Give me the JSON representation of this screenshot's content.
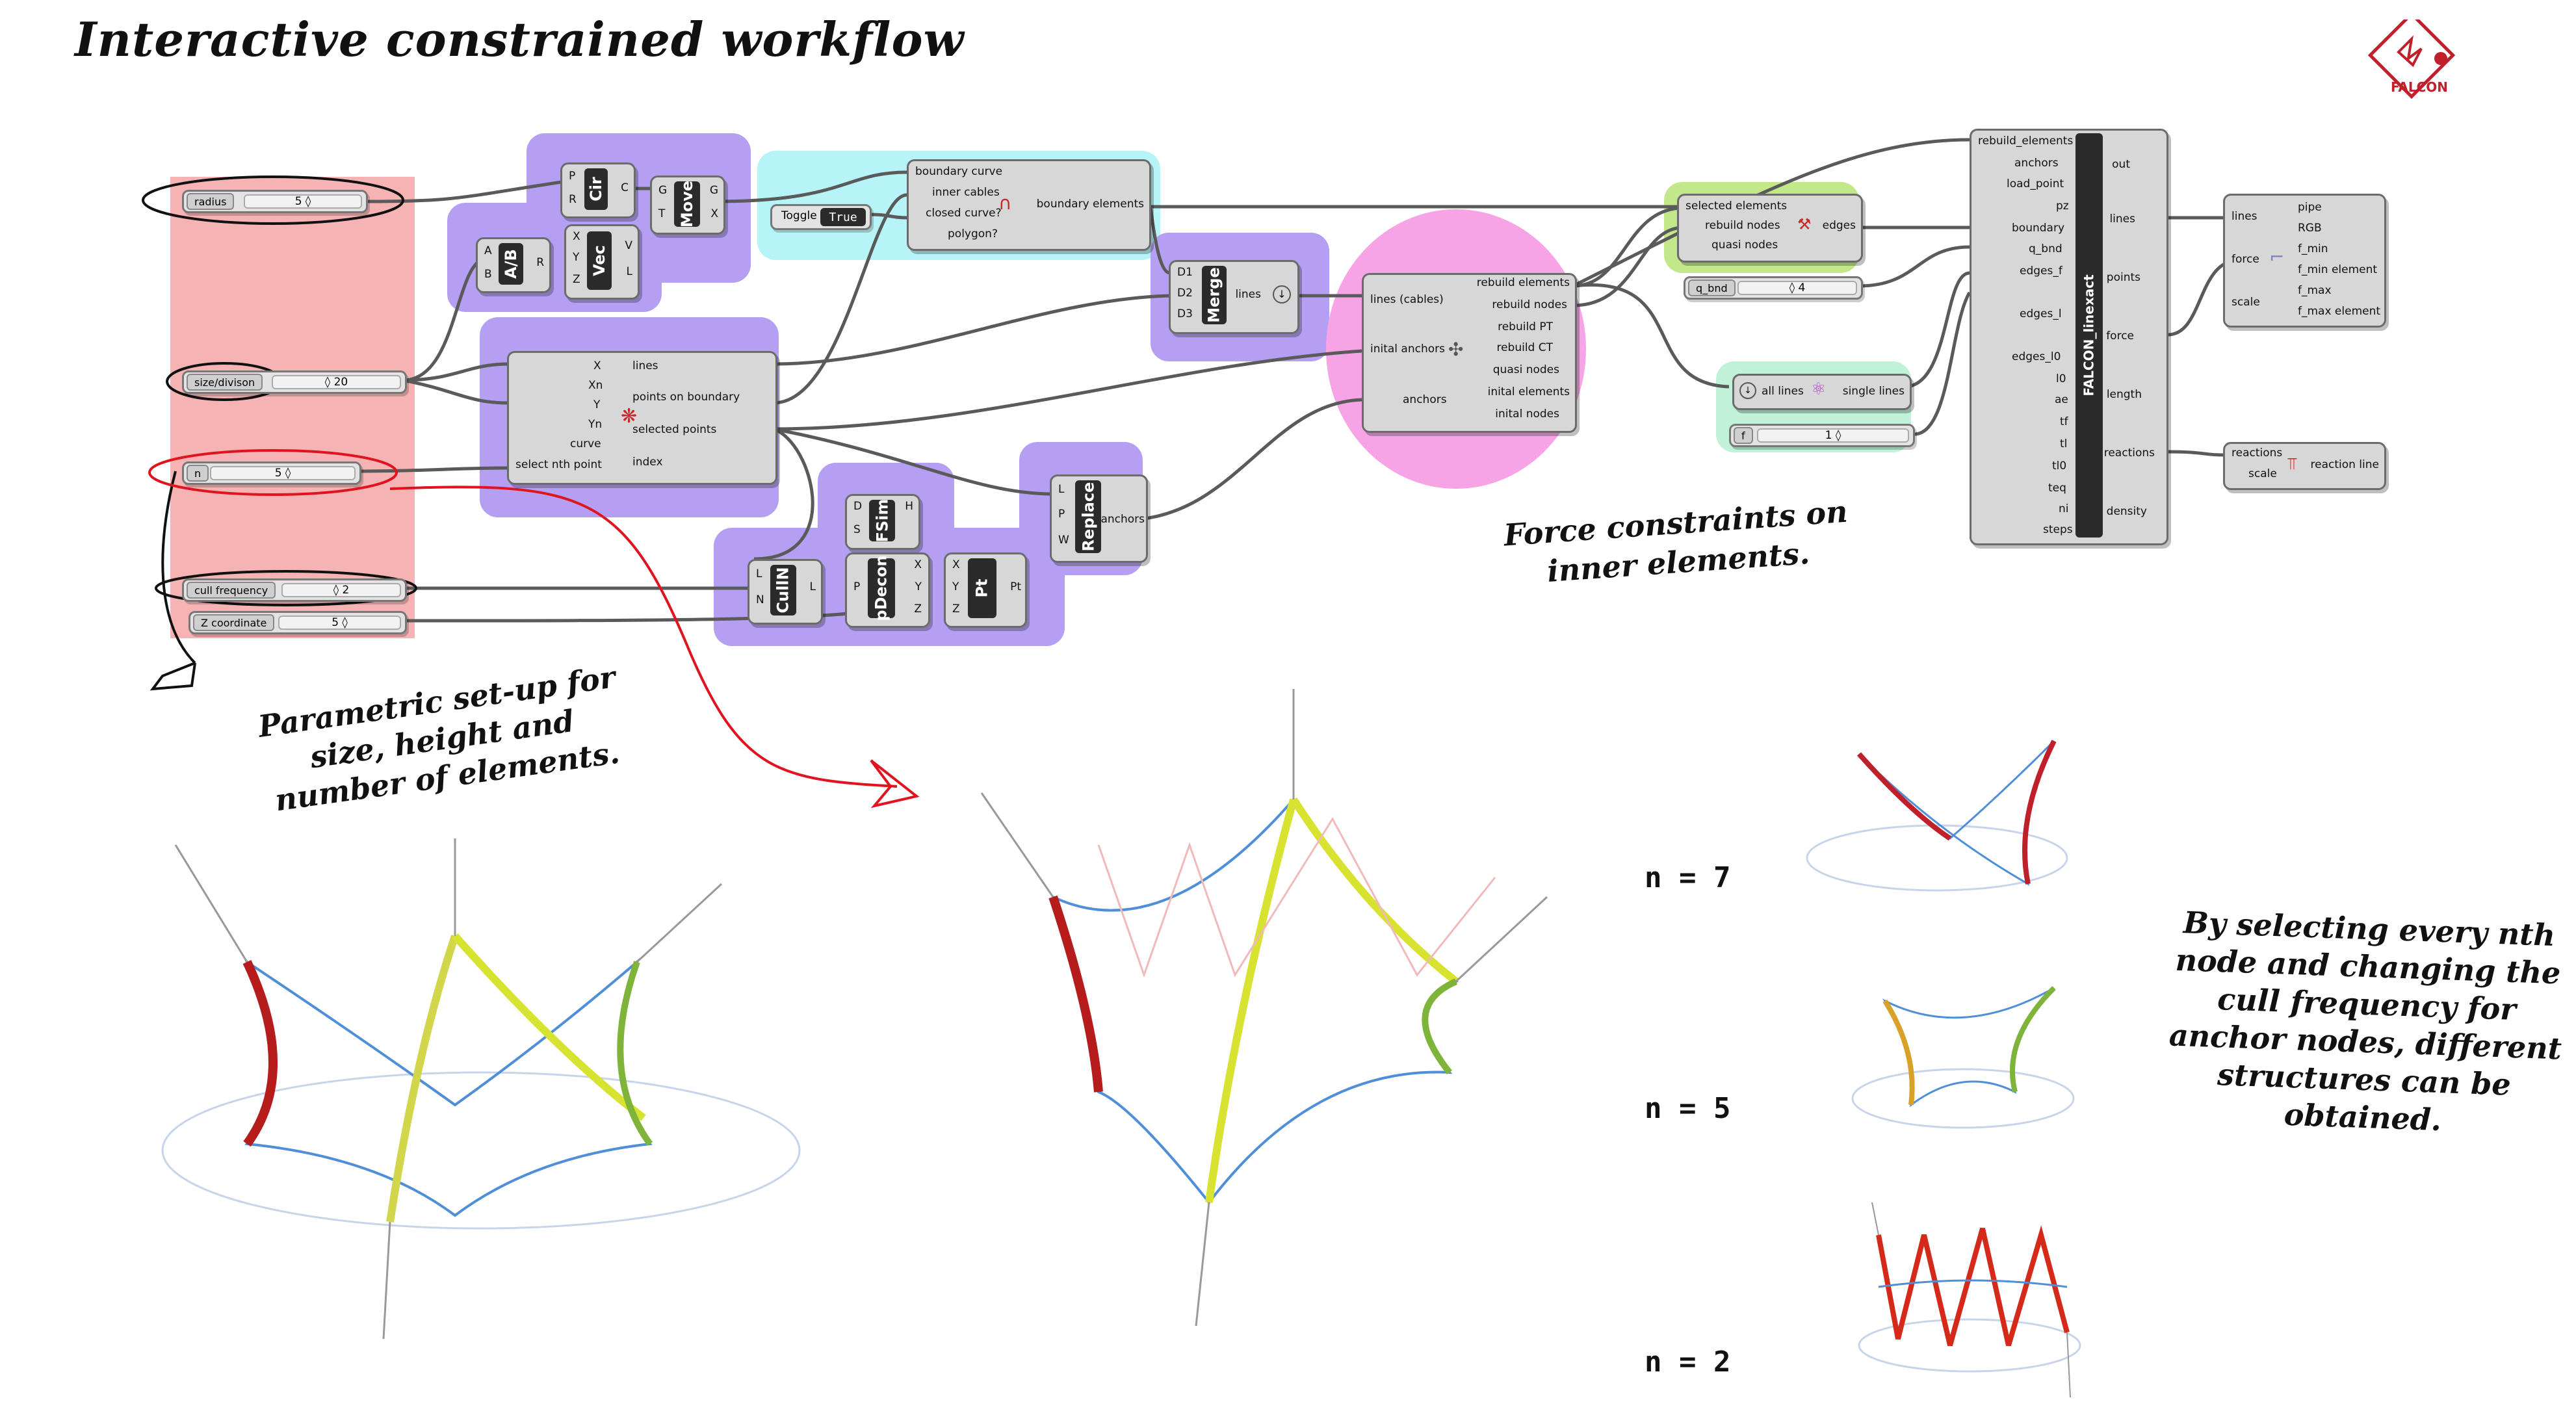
{
  "title": "Interactive constrained workflow",
  "logo": {
    "text": "FALCON",
    "color": "#c0202a"
  },
  "colors": {
    "param_group": "#f6b3b3",
    "purple_group": "#b59ff2",
    "cyan_group": "#b7f4f7",
    "green_group": "#c3e88a",
    "pink_group": "#f7a4e6",
    "wire": "#5a5a5a",
    "highlight_circle": "#111111",
    "red_arrow": "#e0141e"
  },
  "sliders": {
    "radius": {
      "label": "radius",
      "value": "5 ◊"
    },
    "size_division": {
      "label": "size/divison",
      "value": "◊ 20"
    },
    "n": {
      "label": "n",
      "value": "5 ◊"
    },
    "cull_frequency": {
      "label": "cull frequency",
      "value": "◊ 2"
    },
    "z_coordinate": {
      "label": "Z coordinate",
      "value": "5 ◊"
    },
    "q_bnd": {
      "label": "q_bnd",
      "value": "◊ 4"
    },
    "f": {
      "label": "f",
      "value": "1 ◊"
    }
  },
  "toggle": {
    "label": "Toggle",
    "value": "True"
  },
  "components": {
    "circle": {
      "name": "Cir",
      "inputs": [
        "P",
        "R"
      ],
      "outputs": [
        "C"
      ]
    },
    "move": {
      "name": "Move",
      "inputs": [
        "G",
        "T"
      ],
      "outputs": [
        "G",
        "X"
      ]
    },
    "divide": {
      "name": "A/B",
      "inputs": [
        "A",
        "B"
      ],
      "outputs": [
        "R"
      ]
    },
    "vec": {
      "name": "Vec",
      "inputs": [
        "X",
        "Y",
        "Z"
      ],
      "outputs": [
        "V",
        "L"
      ]
    },
    "grid": {
      "inputs": [
        "X",
        "Xn",
        "Y",
        "Yn",
        "curve",
        "select nth point"
      ],
      "outputs": [
        "lines",
        "points on boundary",
        "selected points",
        "index"
      ]
    },
    "boundary": {
      "inputs": [
        "boundary curve",
        "inner cables",
        "closed curve?",
        "polygon?"
      ],
      "outputs": [
        "boundary elements"
      ]
    },
    "merge": {
      "name": "Merge",
      "inputs": [
        "D1",
        "D2",
        "D3"
      ],
      "outputs": [
        "lines"
      ]
    },
    "rebuild": {
      "inputs": [
        "lines (cables)",
        "inital anchors",
        "anchors"
      ],
      "outputs": [
        "rebuild elements",
        "rebuild nodes",
        "rebuild PT",
        "rebuild CT",
        "quasi nodes",
        "inital elements",
        "inital nodes"
      ]
    },
    "fsim": {
      "name": "FSim",
      "inputs": [
        "D",
        "S"
      ],
      "outputs": [
        "H"
      ]
    },
    "replace": {
      "name": "Replace",
      "inputs": [
        "L",
        "P",
        "W"
      ],
      "outputs": [
        "anchors"
      ]
    },
    "cull": {
      "name": "CullN",
      "inputs": [
        "L",
        "N"
      ],
      "outputs": [
        "L"
      ]
    },
    "pdecon": {
      "name": "pDecon",
      "inputs": [
        "P"
      ],
      "outputs": [
        "X",
        "Y",
        "Z"
      ]
    },
    "pt": {
      "name": "Pt",
      "inputs": [
        "X",
        "Y",
        "Z"
      ],
      "outputs": [
        "Pt"
      ]
    },
    "select": {
      "inputs": [
        "selected elements",
        "rebuild nodes",
        "quasi nodes"
      ],
      "outputs": [
        "edges"
      ]
    },
    "lines": {
      "inputs": [
        "all lines"
      ],
      "outputs": [
        "single lines"
      ]
    },
    "falcon": {
      "name": "FALCON_linexact",
      "inputs": [
        "rebuild_elements",
        "anchors",
        "load_point",
        "pz",
        "boundary",
        "q_bnd",
        "edges_f",
        "edges_l",
        "edges_l0",
        "l0",
        "ae",
        "tf",
        "tl",
        "tl0",
        "teq",
        "ni",
        "steps"
      ],
      "outputs": [
        "out",
        "lines",
        "points",
        "force",
        "length",
        "reactions",
        "density"
      ]
    },
    "pipe": {
      "inputs": [
        "lines",
        "force",
        "scale"
      ],
      "outputs": [
        "pipe",
        "RGB",
        "f_min",
        "f_min element",
        "f_max",
        "f_max element"
      ]
    },
    "reaction": {
      "inputs": [
        "reactions",
        "scale"
      ],
      "outputs": [
        "reaction line"
      ]
    }
  },
  "annotations": {
    "param": "Parametric set-up for size, height and number of elements.",
    "force": "Force constraints on inner elements.",
    "select": "By selecting every nth node and changing the cull frequency for anchor nodes, different structures can be obtained."
  },
  "n_labels": [
    "n = 7",
    "n = 5",
    "n = 2"
  ]
}
